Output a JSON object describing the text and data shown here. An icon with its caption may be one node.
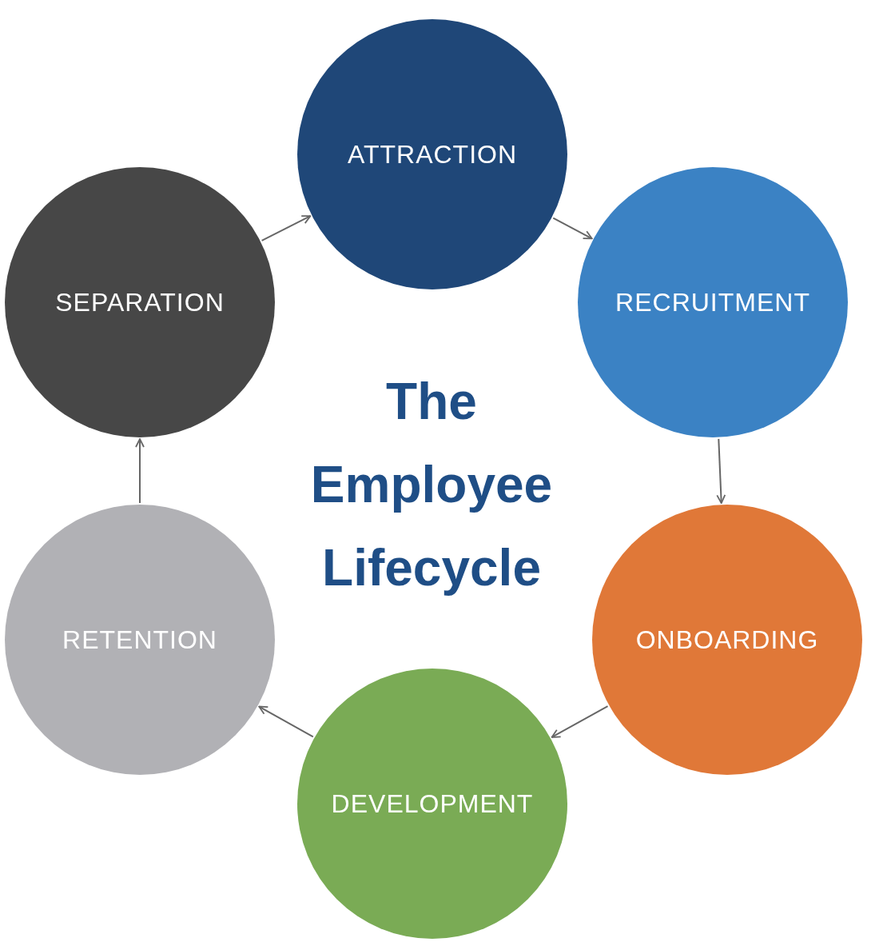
{
  "diagram": {
    "title": "The Employee Lifecycle",
    "nodes": [
      {
        "text": [
          "ATTRACTION"
        ]
      },
      {
        "text": [
          "RECRUITMENT"
        ]
      },
      {
        "text": [
          "ONBOARDING"
        ]
      },
      {
        "text": [
          "DEVELOPMENT"
        ]
      },
      {
        "text": [
          "RETENTION"
        ]
      },
      {
        "text": [
          "SEPARATION"
        ]
      }
    ],
    "edges": [
      {
        "from": 0,
        "to": 1,
        "arrow": "to"
      },
      {
        "from": 1,
        "to": 2,
        "arrow": "to"
      },
      {
        "from": 2,
        "to": 3,
        "arrow": "to"
      },
      {
        "from": 3,
        "to": 4,
        "arrow": "to"
      },
      {
        "from": 4,
        "to": 5,
        "arrow": "to"
      },
      {
        "from": 5,
        "to": 0,
        "arrow": "to"
      }
    ]
  }
}
